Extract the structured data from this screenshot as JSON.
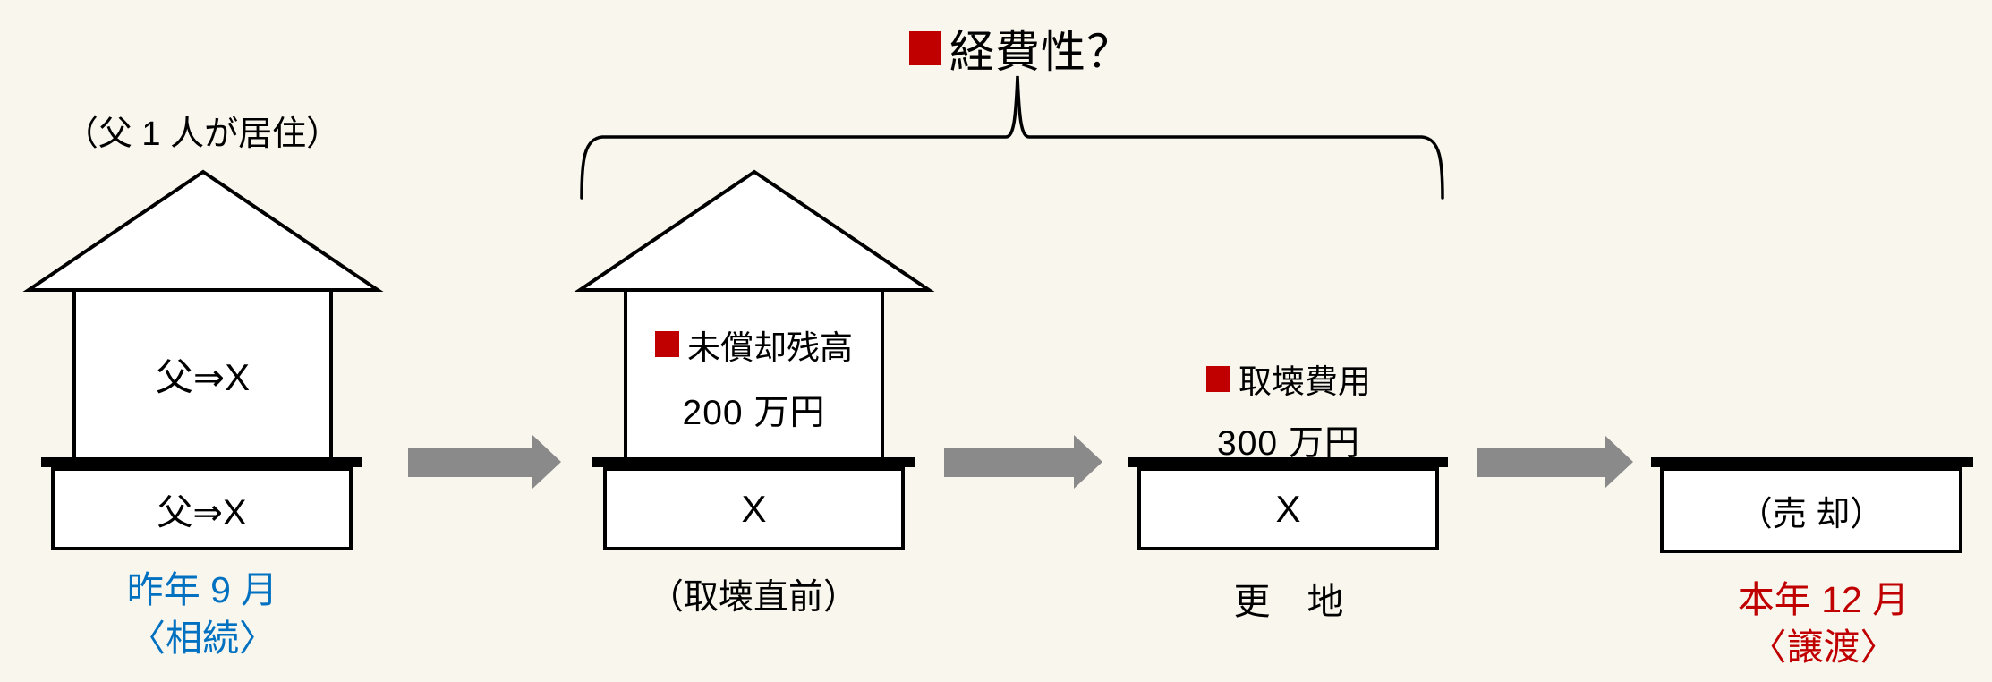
{
  "page": {
    "background": "#F9F6EE"
  },
  "colors": {
    "accent_red": "#C00000",
    "accent_blue": "#0070C0",
    "arrow_gray": "#8A8A8A",
    "line_black": "#000000"
  },
  "icons": {
    "title_bullet": "red-square",
    "note_bullet": "red-square",
    "flow_arrow": "gray-right-arrow",
    "brace": "curly-overbrace"
  },
  "title": {
    "text": "経費性？"
  },
  "stages": {
    "stage1": {
      "top_caption": "（父 1 人が居住）",
      "house_label": "父⇒X",
      "land_label": "父⇒X",
      "date_line1": "昨年 9 月",
      "date_line2": "〈相続〉"
    },
    "stage2": {
      "note_line1": "未償却残高",
      "note_line2": "200 万円",
      "land_label": "X",
      "bottom_caption": "（取壊直前）"
    },
    "stage3": {
      "note_line1": "取壊費用",
      "note_line2": "300 万円",
      "land_label": "X",
      "bottom_caption": "更　地"
    },
    "stage4": {
      "land_label": "（売 却）",
      "date_line1": "本年 12 月",
      "date_line2": "〈譲渡〉"
    }
  }
}
